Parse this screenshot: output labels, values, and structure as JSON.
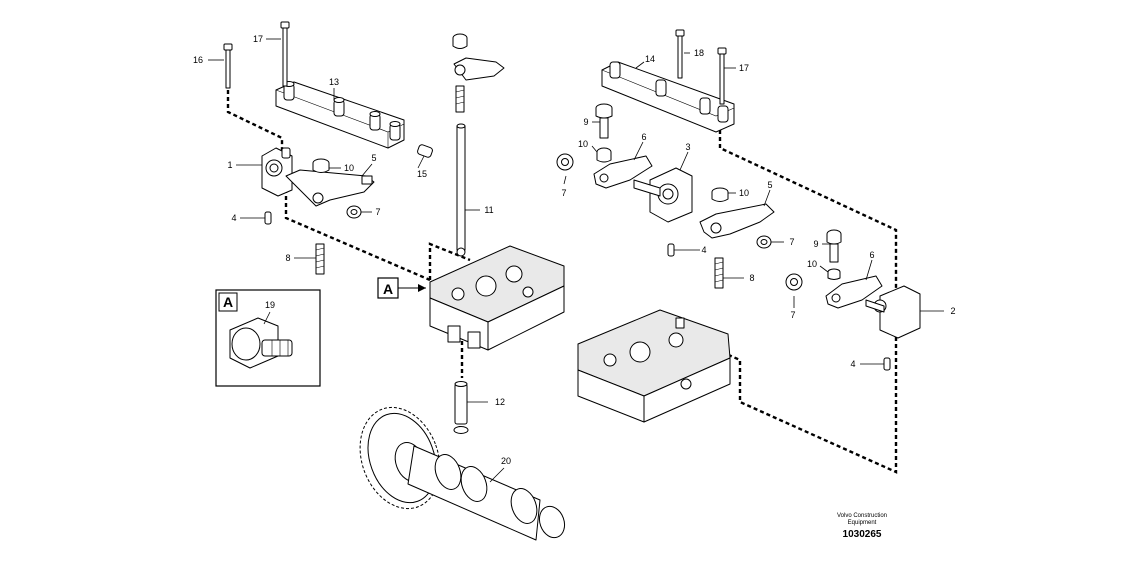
{
  "callouts": {
    "c1": "1",
    "c2": "2",
    "c3": "3",
    "c4a": "4",
    "c4b": "4",
    "c4c": "4",
    "c5a": "5",
    "c5b": "5",
    "c6a": "6",
    "c6b": "6",
    "c7a": "7",
    "c7b": "7",
    "c7c": "7",
    "c7d": "7",
    "c8a": "8",
    "c8b": "8",
    "c9a": "9",
    "c9b": "9",
    "c10a": "10",
    "c10b": "10",
    "c10c": "10",
    "c10d": "10",
    "c11": "11",
    "c12": "12",
    "c13": "13",
    "c14": "14",
    "c15": "15",
    "c16": "16",
    "c17a": "17",
    "c17b": "17",
    "c18": "18",
    "c19": "19",
    "c20": "20"
  },
  "detail_view_label": "A",
  "section_marker_label": "A",
  "footer": {
    "company_line1": "Volvo Construction",
    "company_line2": "Equipment",
    "drawing_number": "1030265"
  }
}
